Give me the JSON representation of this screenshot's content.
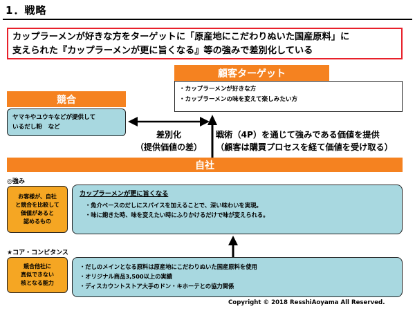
{
  "title": "1．戦略",
  "summary": {
    "line1": "カップラーメンが好きな方をターゲットに「原産地にこだわりぬいた国産原料」に",
    "line2": "支えられた『カップラーメンが更に旨くなる』等の強みで差別化している"
  },
  "customer": {
    "header": "顧客ターゲット",
    "items": [
      "・カップラーメンが好きな方",
      "・カップラーメンの味を変えて楽しみたい方"
    ]
  },
  "competitor": {
    "header": "競合",
    "lines": [
      "ヤマキやユウキなどが提供して",
      "いるだし粉　など"
    ]
  },
  "differentiation": {
    "line1": "差別化",
    "line2": "（提供価値の差）"
  },
  "tactic": {
    "line1": "戦術（4P）を通じて強みである価値を提供",
    "line2": "（顧客は購買プロセスを経て価値を受け取る）"
  },
  "company": {
    "header": "自社"
  },
  "strength": {
    "label": "◎強み",
    "side": [
      "お客様が、自社",
      "と競合を比較して",
      "価値があると",
      "認めるもの"
    ],
    "heading": "カップラーメンが更に旨くなる",
    "items": [
      "・魚介ベースのだしにスパイスを加えることで、深い味わいを実現。",
      "・味に飽きた時、味を変えたい時にふりかけるだけで味が変えられる。"
    ]
  },
  "core": {
    "label": "★コア・コンピタンス",
    "side": [
      "競合他社に",
      "真似できない",
      "核となる能力"
    ],
    "items": [
      "・だしのメインとなる原料は原産地にこだわりぬいた国産原料を使用",
      "・オリジナル商品3,500以上の実績",
      "・ディスカウントストア大手のドン・キホーテとの協力関係"
    ]
  },
  "copyright": "Copyright ©  2018 ResshiAoyama All  Reserved.",
  "colors": {
    "orange_header": "#f58220",
    "side_label": "#f5a623",
    "light_blue": "#a8d8e0",
    "summary_border": "#e8202a"
  }
}
